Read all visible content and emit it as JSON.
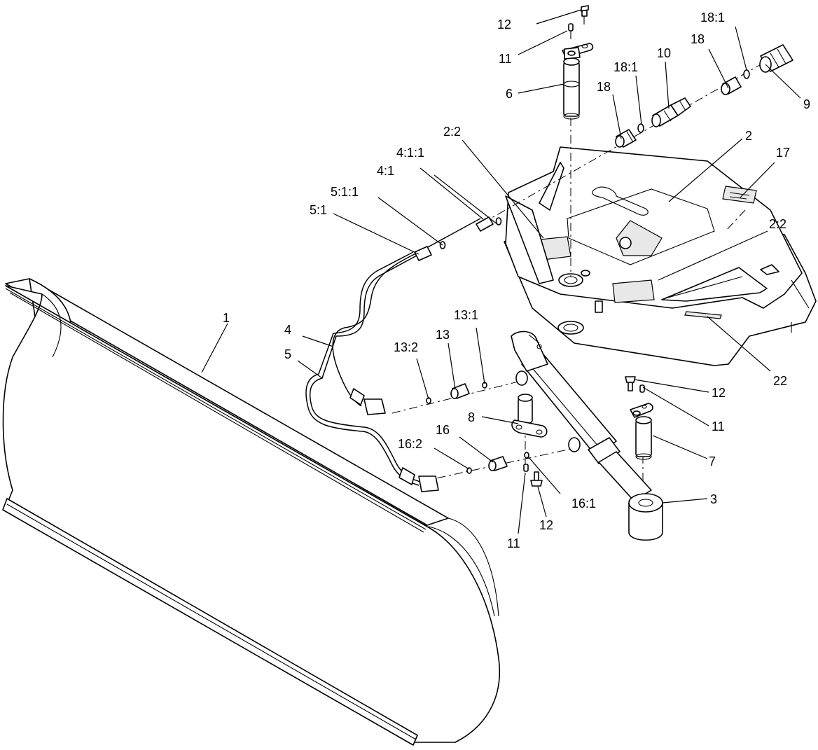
{
  "callouts": {
    "c1": "1",
    "c2": "2",
    "c2_2a": "2:2",
    "c2_2b": "2:2",
    "c3": "3",
    "c4": "4",
    "c4_1": "4:1",
    "c4_1_1": "4:1:1",
    "c5": "5",
    "c5_1": "5:1",
    "c5_1_1": "5:1:1",
    "c6": "6",
    "c7": "7",
    "c8": "8",
    "c9": "9",
    "c10": "10",
    "c11a": "11",
    "c11b": "11",
    "c11c": "11",
    "c12a": "12",
    "c12b": "12",
    "c12c": "12",
    "c13": "13",
    "c13_1": "13:1",
    "c13_2": "13:2",
    "c16": "16",
    "c16_1": "16:1",
    "c16_2": "16:2",
    "c17": "17",
    "c18a": "18",
    "c18b": "18",
    "c18_1a": "18:1",
    "c18_1b": "18:1",
    "c22": "22"
  }
}
